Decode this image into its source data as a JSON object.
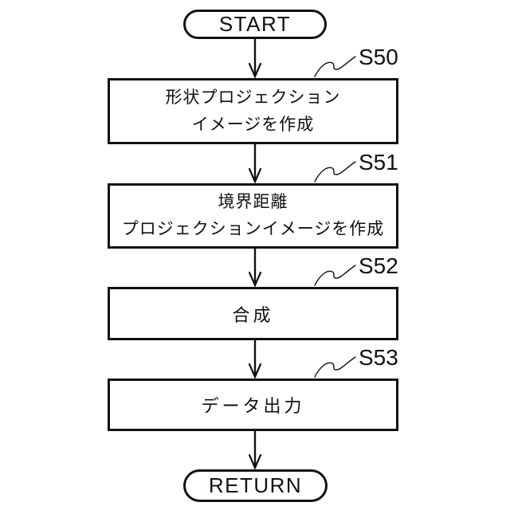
{
  "diagram": {
    "terminals": {
      "start": "START",
      "return": "RETURN"
    },
    "steps": [
      {
        "id": "S50",
        "lines": [
          "形状プロジェクション",
          "イメージを作成"
        ]
      },
      {
        "id": "S51",
        "lines": [
          "境界距離",
          "プロジェクションイメージを作成"
        ]
      },
      {
        "id": "S52",
        "lines": [
          "合成"
        ]
      },
      {
        "id": "S53",
        "lines": [
          "データ出力"
        ]
      }
    ],
    "colors": {
      "line": "#111111",
      "background": "#ffffff"
    }
  }
}
